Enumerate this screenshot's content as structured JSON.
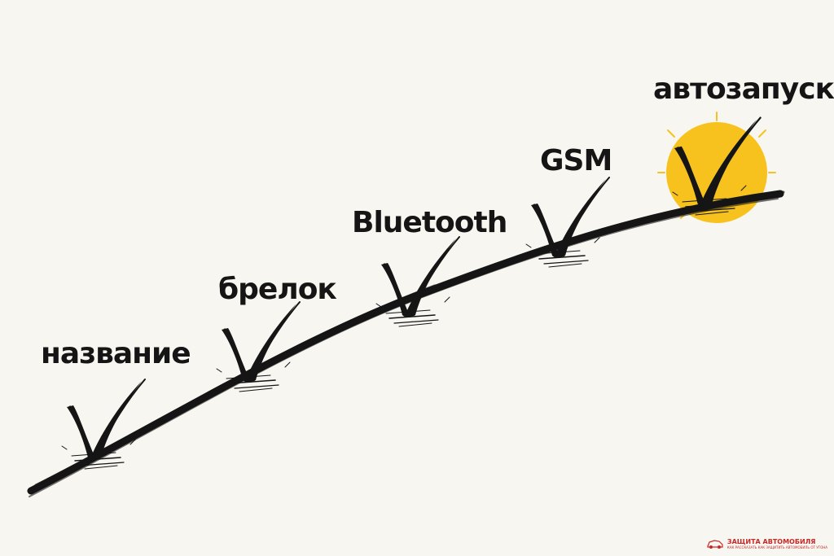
{
  "steps": [
    {
      "label": "название",
      "highlighted": false
    },
    {
      "label": "брелок",
      "highlighted": false
    },
    {
      "label": "Bluetooth",
      "highlighted": false
    },
    {
      "label": "GSM",
      "highlighted": false
    },
    {
      "label": "автозапуск",
      "highlighted": true
    }
  ],
  "colors": {
    "background": "#f8f6f1",
    "ink": "#151515",
    "highlight": "#f7c21e",
    "watermark": "#c62828"
  },
  "icons": [
    "checkmark-icon",
    "car-logo-icon"
  ],
  "watermark": {
    "title": "ЗАЩИТА АВТОМОБИЛЯ",
    "subtitle": "КАК РАССКАЗАТЬ КАК ЗАЩИТИТЬ АВТОМОБИЛЬ ОТ УГОНА"
  }
}
